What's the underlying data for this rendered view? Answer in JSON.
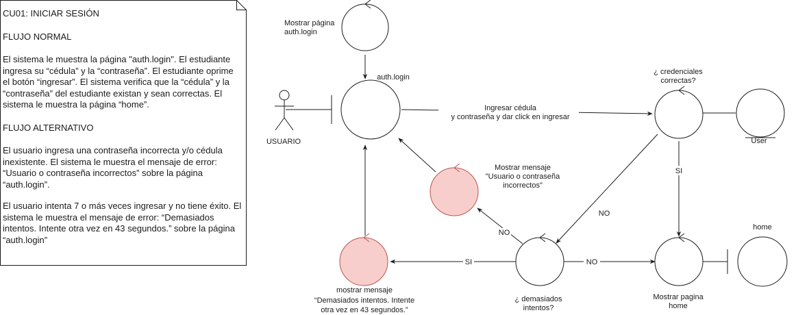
{
  "note": {
    "title": "CU01: INICIAR SESIÓN",
    "normal_heading": "FLUJO NORMAL",
    "normal_text": "El sistema le muestra la página \"auth.login\". El estudiante ingresa  su “cédula” y la “contraseña”. El estudiante oprime el botón “ingresar”. El sistema verifica que la “cédula” y la “contraseña” del estudiante existan y sean correctas. El sistema le muestra la página “home”.",
    "alt_heading": "FLUJO ALTERNATIVO",
    "alt_text_1": "El usuario ingresa una contraseña incorrecta y/o cédula inexistente. El sistema le muestra el mensaje de error: “Usuario o contraseña incorrectos” sobre la página “auth.login”.",
    "alt_text_2": "El usuario intenta 7 o más veces ingresar y no tiene éxito. El sistema le muestra el mensaje de error: “Demasiados intentos. Intente otra vez en 43 segundos.” sobre la página “auth.login”"
  },
  "actor": {
    "label": "USUARIO"
  },
  "nodes": {
    "show_login": {
      "line1": "Mostrar página",
      "line2": "auth.login"
    },
    "auth_login": {
      "label": "auth.login"
    },
    "check_credentials": {
      "line1": "¿ credenciales",
      "line2": "correctas?"
    },
    "user_entity": {
      "label": "User"
    },
    "error_credentials": {
      "line1": "Mostrar mensaje",
      "line2": "\"Usuario o contraseña",
      "line3": "incorrectos\""
    },
    "too_many_attempts": {
      "line1": "¿ demasiados",
      "line2": "intentos?"
    },
    "error_attempts": {
      "line1": "mostrar mensaje",
      "line2": "“Demasiados intentos. Intente",
      "line3": "otra vez en 43 segundos.”"
    },
    "show_home": {
      "line1": "Mostrar pagina",
      "line2": "home"
    },
    "home_boundary": {
      "label": "home"
    }
  },
  "edges": {
    "submit_line1": "Ingresar cédula",
    "submit_line2": "y contraseña y dar click en ingresar",
    "yes_to_home": "SI",
    "no_to_attempts": "NO",
    "no_to_error": "NO",
    "yes_to_block": "SI",
    "no_to_home": "NO"
  },
  "colors": {
    "stroke": "#1a1a1a",
    "error_fill": "#f8cecc",
    "error_stroke": "#b85450"
  }
}
